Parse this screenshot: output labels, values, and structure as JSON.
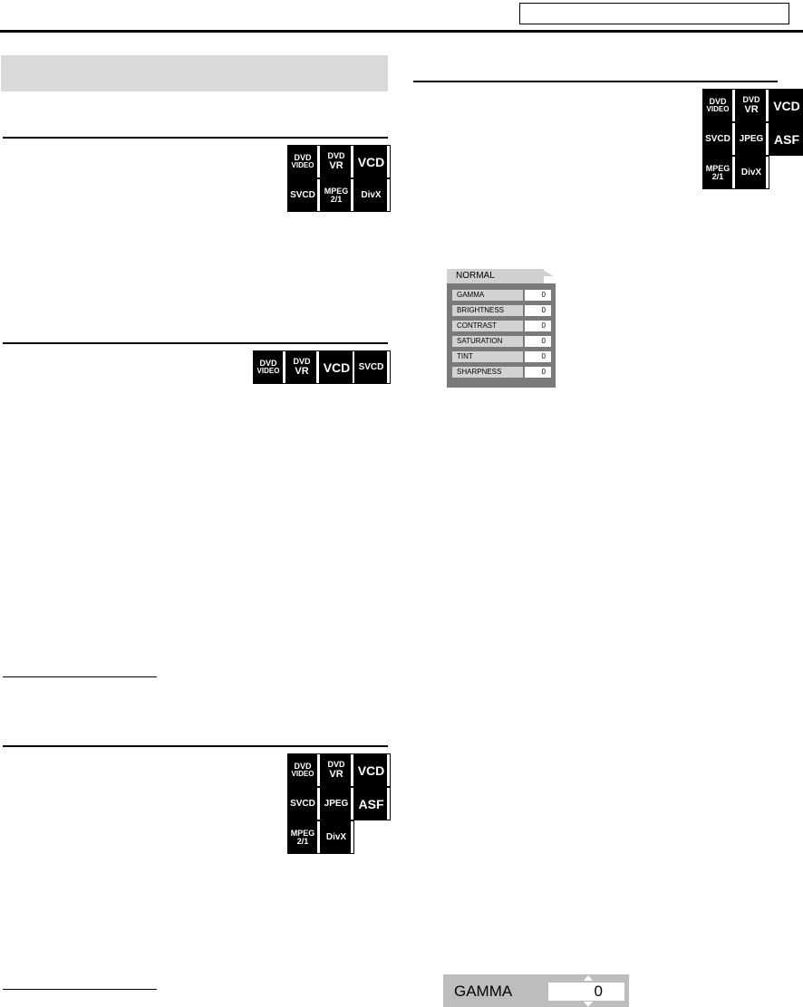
{
  "badges": {
    "dvd": "DVD",
    "video": "VIDEO",
    "vr": "VR",
    "vcd": "VCD",
    "svcd": "SVCD",
    "mpeg": "MPEG",
    "mpeg_ver": "2/1",
    "divx": "DivX",
    "jpeg": "JPEG",
    "asf": "ASF"
  },
  "picture_menu": {
    "tab": "NORMAL",
    "rows": [
      {
        "label": "GAMMA",
        "value": "0"
      },
      {
        "label": "BRIGHTNESS",
        "value": "0"
      },
      {
        "label": "CONTRAST",
        "value": "0"
      },
      {
        "label": "SATURATION",
        "value": "0"
      },
      {
        "label": "TINT",
        "value": "0"
      },
      {
        "label": "SHARPNESS",
        "value": "0"
      }
    ]
  },
  "gamma_bar": {
    "label": "GAMMA",
    "value": "0"
  }
}
